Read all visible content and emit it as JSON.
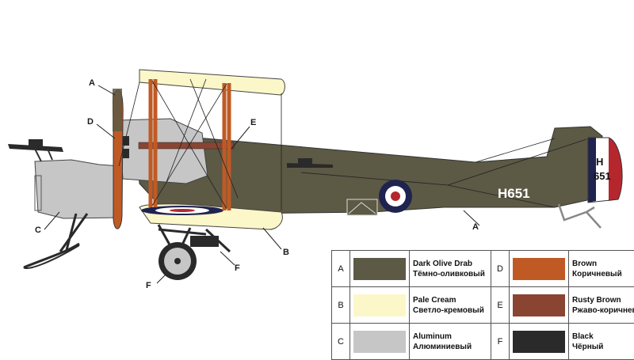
{
  "aircraft": {
    "fuselage_serial": "H651",
    "rudder_serial_top": "H",
    "rudder_serial_bottom": "651"
  },
  "callouts": {
    "A_prop": "A",
    "D": "D",
    "E": "E",
    "C": "C",
    "B": "B",
    "F_left": "F",
    "F_right": "F",
    "A_fuselage": "A"
  },
  "colors": {
    "olive": "#5c5945",
    "cream": "#fbf7c9",
    "aluminum": "#c6c6c6",
    "brown": "#c05a24",
    "rusty": "#8a4532",
    "black": "#2a2a2a",
    "roundel_blue": "#1f2350",
    "roundel_red": "#b5272d"
  },
  "legend": [
    [
      {
        "letter": "A",
        "color": "#5c5945",
        "name_en": "Dark Olive Drab",
        "name_ru": "Тёмно-оливковый"
      },
      {
        "letter": "D",
        "color": "#c05a24",
        "name_en": "Brown",
        "name_ru": "Коричневый"
      }
    ],
    [
      {
        "letter": "B",
        "color": "#fbf7c9",
        "name_en": "Pale Cream",
        "name_ru": "Светло-кремовый"
      },
      {
        "letter": "E",
        "color": "#8a4532",
        "name_en": "Rusty Brown",
        "name_ru": "Ржаво-коричневый"
      }
    ],
    [
      {
        "letter": "C",
        "color": "#c6c6c6",
        "name_en": "Aluminum",
        "name_ru": "Алюминиевый"
      },
      {
        "letter": "F",
        "color": "#2a2a2a",
        "name_en": "Black",
        "name_ru": "Чёрный"
      }
    ]
  ]
}
